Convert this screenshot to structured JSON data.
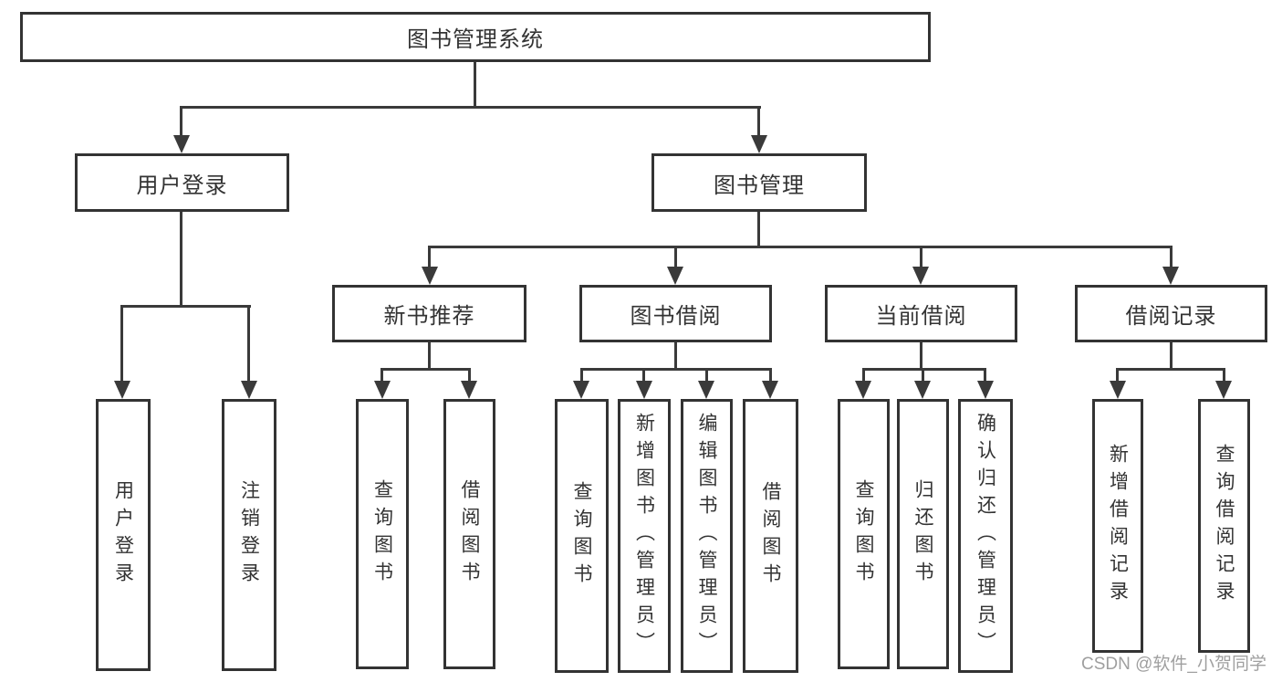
{
  "title": {
    "label": "图书管理系统"
  },
  "branches": {
    "user_login": {
      "label": "用户登录"
    },
    "book_mgmt": {
      "label": "图书管理"
    }
  },
  "modules": {
    "new_book": {
      "label": "新书推荐"
    },
    "borrow": {
      "label": "图书借阅"
    },
    "current": {
      "label": "当前借阅"
    },
    "records": {
      "label": "借阅记录"
    }
  },
  "leaves": {
    "user_login": {
      "label": "用户登录"
    },
    "logout": {
      "label": "注销登录"
    },
    "nb_query": {
      "label": "查询图书"
    },
    "nb_borrow": {
      "label": "借阅图书"
    },
    "bb_query": {
      "label": "查询图书"
    },
    "bb_add": {
      "label": "新增图书（管理员）"
    },
    "bb_edit": {
      "label": "编辑图书（管理员）"
    },
    "bb_borrow": {
      "label": "借阅图书"
    },
    "cb_query": {
      "label": "查询图书"
    },
    "cb_return": {
      "label": "归还图书"
    },
    "cb_confirm": {
      "label": "确认归还（管理员）"
    },
    "rec_add": {
      "label": "新增借阅记录"
    },
    "rec_query": {
      "label": "查询借阅记录"
    }
  },
  "watermark": {
    "text": "CSDN @软件_小贺同学"
  },
  "colors": {
    "line": "#3a3a3a",
    "border": "#333333",
    "text": "#333333",
    "watermark": "#8f8f8f",
    "background": "#ffffff"
  }
}
